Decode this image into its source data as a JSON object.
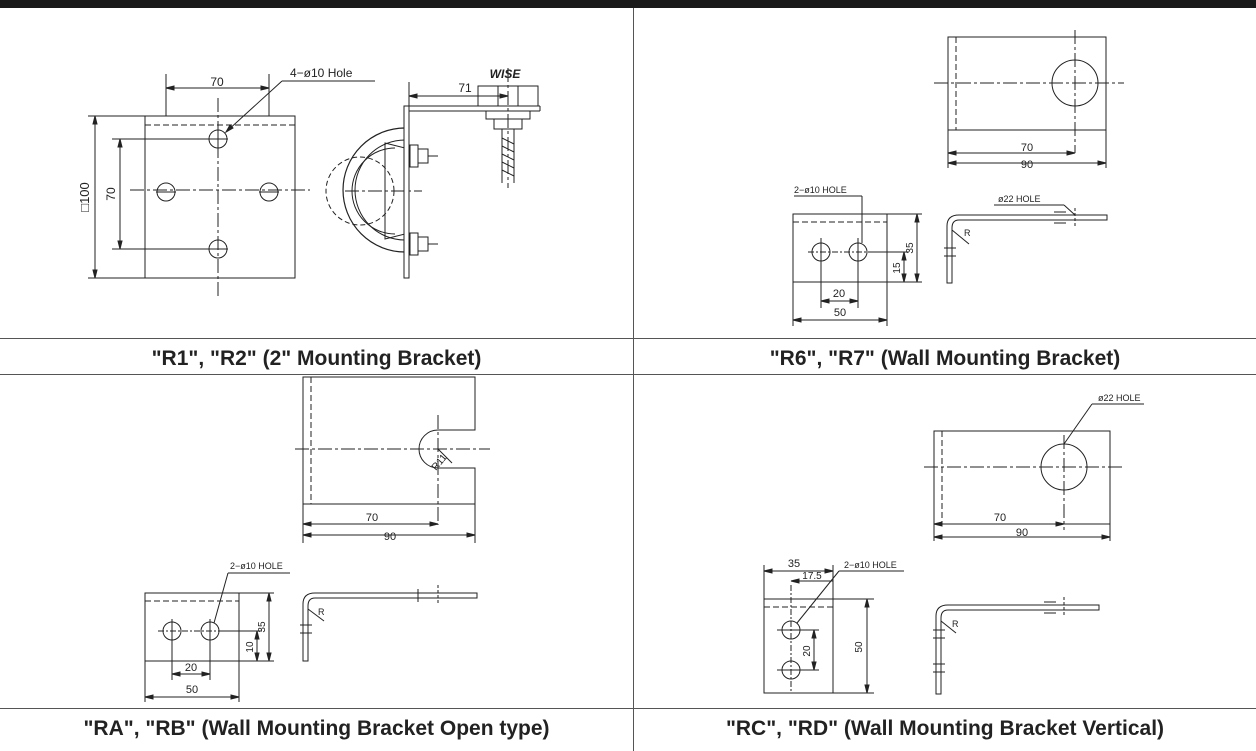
{
  "captions": {
    "r1r2": "\"R1\", \"R2\" (2\" Mounting Bracket)",
    "r6r7": "\"R6\", \"R7\" (Wall Mounting Bracket)",
    "rarb": "\"RA\", \"RB\" (Wall Mounting Bracket Open type)",
    "rcrd": "\"RC\", \"RD\" (Wall Mounting Bracket Vertical)"
  },
  "r1r2": {
    "dim_top": "70",
    "hole_note": "4−ø10 Hole",
    "dim_side": "71",
    "brand": "WISE",
    "dim_outer": "□100",
    "dim_inner": "70"
  },
  "r6r7": {
    "dim_70": "70",
    "dim_90": "90",
    "hole_note": "2−ø10 HOLE",
    "hole22": "ø22 HOLE",
    "dim_20": "20",
    "dim_50": "50",
    "dim_15": "15",
    "dim_35": "35",
    "bend": "R"
  },
  "rarb": {
    "radius": "R11",
    "dim_70": "70",
    "dim_90": "90",
    "hole_note": "2−ø10 HOLE",
    "dim_20": "20",
    "dim_50": "50",
    "dim_10": "10",
    "dim_35": "35",
    "bend": "R"
  },
  "rcrd": {
    "hole22": "ø22 HOLE",
    "dim_70": "70",
    "dim_90": "90",
    "dim_35": "35",
    "dim_175": "17.5",
    "hole_note": "2−ø10 HOLE",
    "dim_20": "20",
    "dim_50": "50",
    "bend": "R"
  }
}
